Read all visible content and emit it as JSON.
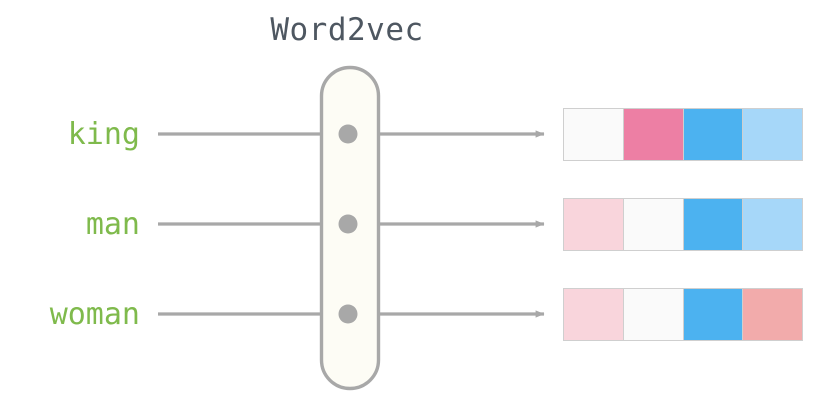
{
  "title": "Word2vec",
  "colors": {
    "title_text": "#4e5761",
    "word_label": "#7fba4c",
    "wire": "#a8a8a8",
    "node_dot": "#a8a8a8",
    "capsule_fill": "#fdfcf5",
    "capsule_stroke": "#a8a8a8",
    "cell_border": "#cfcfcf",
    "white": "#fafafa",
    "pink_light": "#f9d5dc",
    "pink_medium": "#ed7fa4",
    "blue_bright": "#4cb2f0",
    "blue_light": "#a6d7f9",
    "salmon": "#f2abab"
  },
  "model": {
    "name": "Word2vec",
    "shape": "capsule",
    "nodes": [
      {
        "id": "node-king",
        "label": "king-node"
      },
      {
        "id": "node-man",
        "label": "man-node"
      },
      {
        "id": "node-woman",
        "label": "woman-node"
      }
    ]
  },
  "rows": [
    {
      "word": "king",
      "vector": [
        {
          "name": "dim-1",
          "color": "#fafafa"
        },
        {
          "name": "dim-2",
          "color": "#ed7fa4"
        },
        {
          "name": "dim-3",
          "color": "#4cb2f0"
        },
        {
          "name": "dim-4",
          "color": "#a6d7f9"
        }
      ]
    },
    {
      "word": "man",
      "vector": [
        {
          "name": "dim-1",
          "color": "#f9d5dc"
        },
        {
          "name": "dim-2",
          "color": "#fafafa"
        },
        {
          "name": "dim-3",
          "color": "#4cb2f0"
        },
        {
          "name": "dim-4",
          "color": "#a6d7f9"
        }
      ]
    },
    {
      "word": "woman",
      "vector": [
        {
          "name": "dim-1",
          "color": "#f9d5dc"
        },
        {
          "name": "dim-2",
          "color": "#fafafa"
        },
        {
          "name": "dim-3",
          "color": "#4cb2f0"
        },
        {
          "name": "dim-4",
          "color": "#f2abab"
        }
      ]
    }
  ],
  "icons": {
    "arrow": "arrow-right-icon",
    "node": "node-dot-icon"
  }
}
